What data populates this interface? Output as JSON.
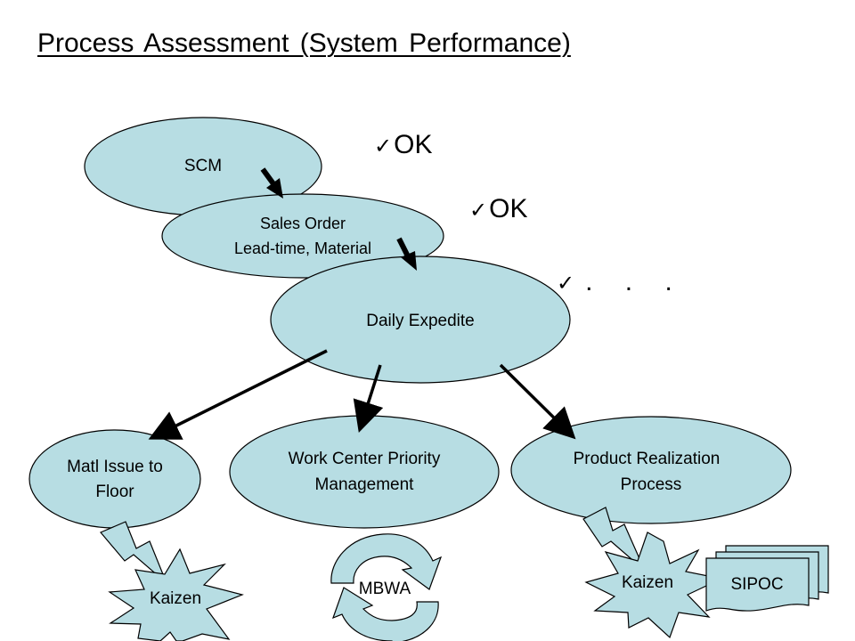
{
  "title": "Process Assessment (System Performance)",
  "checks": [
    {
      "mark": "✓",
      "label": "OK"
    },
    {
      "mark": "✓",
      "label": "OK"
    },
    {
      "mark": "✓",
      "label": ". . ."
    }
  ],
  "nodes": {
    "scm": "SCM",
    "sales_order_line1": "Sales Order",
    "sales_order_line2": "Lead-time, Material",
    "daily_expedite": "Daily Expedite",
    "matl_issue_line1": "Matl Issue to",
    "matl_issue_line2": "Floor",
    "work_center_line1": "Work Center Priority",
    "work_center_line2": "Management",
    "product_realization_line1": "Product Realization",
    "product_realization_line2": "Process"
  },
  "badges": {
    "kaizen_left": "Kaizen",
    "mbwa": "MBWA",
    "kaizen_right": "Kaizen",
    "sipoc": "SIPOC"
  },
  "colors": {
    "ellipse_fill": "#b7dde3",
    "stroke": "#000000",
    "background": "#ffffff"
  }
}
